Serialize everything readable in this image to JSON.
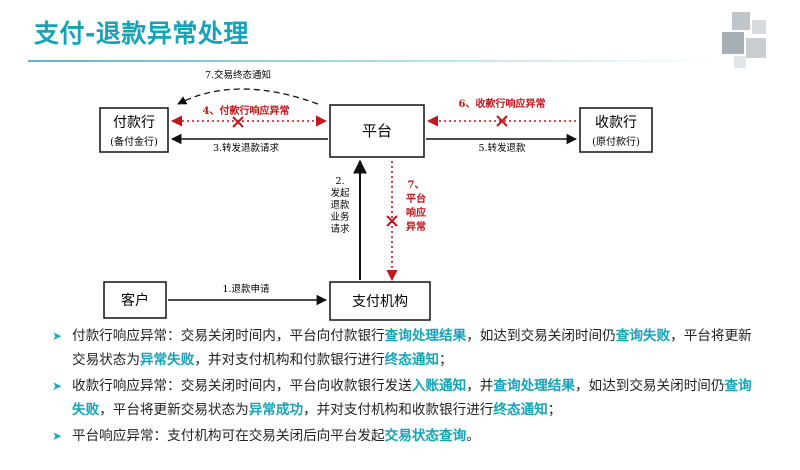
{
  "title": {
    "main": "支付",
    "sub": "-退款异常处理"
  },
  "diagram": {
    "nodes": {
      "payer_bank": {
        "line1": "付款行",
        "line2": "(备付金行)"
      },
      "platform": {
        "label": "平台"
      },
      "payee_bank": {
        "line1": "收款行",
        "line2": "(原付款行)"
      },
      "customer": {
        "label": "客户"
      },
      "payment_org": {
        "label": "支付机构"
      }
    },
    "labels": {
      "step7_final_notice": "7.交易终态通知",
      "step4_payer_error": "4、付款行响应异常",
      "step3_forward_request": "3.转发退款请求",
      "step6_payee_error": "6、收款行响应异常",
      "step5_forward_refund": "5.转发退款",
      "step2_lines": [
        "2.",
        "发起",
        "退款",
        "业务",
        "请求"
      ],
      "step7_platform_lines": [
        "7、",
        "平台",
        "响应",
        "异常"
      ],
      "step1_refund_apply": "1.退款申请"
    },
    "colors": {
      "error": "#c0181e",
      "line": "#111111"
    }
  },
  "bullets": [
    {
      "segments": [
        {
          "text": "付款行响应异常：交易关闭时间内，平台向付款银行",
          "hl": false
        },
        {
          "text": "查询处理结果",
          "hl": true
        },
        {
          "text": "，如达到交易关闭时间仍",
          "hl": false
        },
        {
          "text": "查询失败",
          "hl": true
        },
        {
          "text": "，平台将更新交易状态为",
          "hl": false
        },
        {
          "text": "异常失败",
          "hl": true
        },
        {
          "text": "，并对支付机构和付款银行进行",
          "hl": false
        },
        {
          "text": "终态通知",
          "hl": true
        },
        {
          "text": "；",
          "hl": false
        }
      ]
    },
    {
      "segments": [
        {
          "text": "收款行响应异常：交易关闭时间内，平台向收款银行发送",
          "hl": false
        },
        {
          "text": "入账通知",
          "hl": true
        },
        {
          "text": "，并",
          "hl": false
        },
        {
          "text": "查询处理结果",
          "hl": true
        },
        {
          "text": "，如达到交易关闭时间仍",
          "hl": false
        },
        {
          "text": "查询失败",
          "hl": true
        },
        {
          "text": "，平台将更新交易状态为",
          "hl": false
        },
        {
          "text": "异常成功",
          "hl": true
        },
        {
          "text": "，并对支付机构和收款银行进行",
          "hl": false
        },
        {
          "text": "终态通知",
          "hl": true
        },
        {
          "text": "；",
          "hl": false
        }
      ]
    },
    {
      "segments": [
        {
          "text": "平台响应异常：支付机构可在交易关闭后向平台发起",
          "hl": false
        },
        {
          "text": "交易状态查询",
          "hl": true
        },
        {
          "text": "。",
          "hl": false
        }
      ]
    }
  ],
  "icons": {
    "bullet": "triangle-bullet-icon",
    "error_mark": "cross-icon"
  }
}
